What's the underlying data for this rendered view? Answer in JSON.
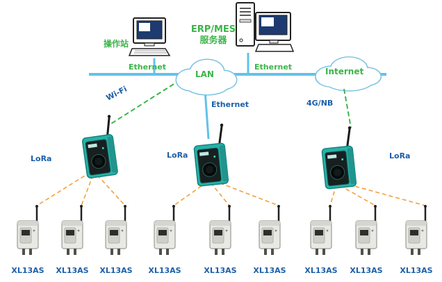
{
  "nodes": {
    "operator_station": {
      "label": "操作站"
    },
    "erp_server": {
      "label_line1": "ERP/MES",
      "label_line2": "服务器"
    },
    "lan_cloud": {
      "label": "LAN"
    },
    "internet_cloud": {
      "label": "Internet"
    }
  },
  "links": {
    "ethernet_operator": {
      "label": "Ethernet"
    },
    "ethernet_server": {
      "label": "Ethernet"
    },
    "wifi": {
      "label": "Wi-Fi"
    },
    "ethernet_gateway": {
      "label": "Ethernet"
    },
    "cellular": {
      "label": "4G/NB"
    },
    "lora_left": {
      "label": "LoRa"
    },
    "lora_middle": {
      "label": "LoRa"
    },
    "lora_right": {
      "label": "LoRa"
    }
  },
  "end_devices": [
    {
      "label": "XL13AS"
    },
    {
      "label": "XL13AS"
    },
    {
      "label": "XL13AS"
    },
    {
      "label": "XL13AS"
    },
    {
      "label": "XL13AS"
    },
    {
      "label": "XL13AS"
    },
    {
      "label": "XL13AS"
    },
    {
      "label": "XL13AS"
    },
    {
      "label": "XL13AS"
    }
  ],
  "colors": {
    "label_green": "#3bb54a",
    "label_blue": "#1d5fa8",
    "backbone_blue": "#62c2e9",
    "cloud_outline": "#7ac4e3",
    "dashed_green": "#3bb54a",
    "lora_orange": "#f0a23c",
    "gateway_teal": "#27b1a8"
  }
}
